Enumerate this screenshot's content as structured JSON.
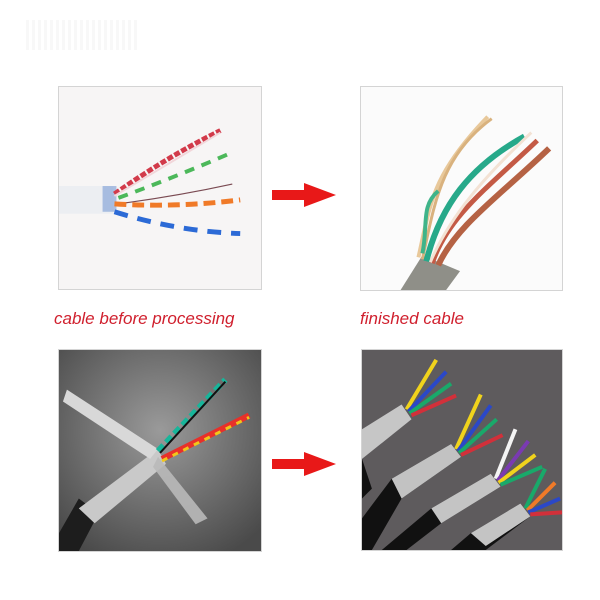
{
  "labels": {
    "before": "cable before processing",
    "after": "finished cable"
  },
  "colors": {
    "label_text": "#d0202e",
    "arrow": "#e81818",
    "panel_border": "#d4d4d4",
    "background": "#ffffff"
  },
  "panels": [
    {
      "id": "top-left",
      "depicts": "stripped twisted-pair network cable with red, green, orange and blue pairs fanned out on white background"
    },
    {
      "id": "top-right",
      "depicts": "grey cable with multicolored conductors (green, brown, orange, white) bundled upward"
    },
    {
      "id": "bottom-left",
      "depicts": "shielded cable with braided foil peeled back revealing green/black and red/yellow twisted pairs on grey background"
    },
    {
      "id": "bottom-right",
      "depicts": "four black shielded multi-core cables with braided shield and rainbow-colored conductors on dark grey background"
    }
  ],
  "arrows": [
    {
      "id": "top-arrow",
      "direction": "right"
    },
    {
      "id": "bottom-arrow",
      "direction": "right"
    }
  ],
  "icons": {
    "arrow": "right-arrow-icon"
  }
}
